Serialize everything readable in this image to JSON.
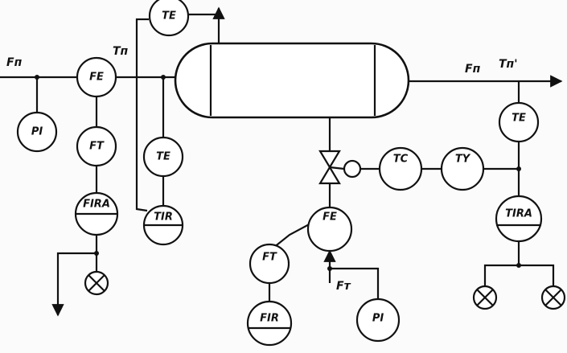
{
  "flow_labels": {
    "inlet_flow": "Fп",
    "inlet_temp": "Tп",
    "outlet_flow": "Fп",
    "outlet_temp": "Tп'",
    "coolant_flow": "Fт"
  },
  "instruments": {
    "pi_inlet": "PI",
    "fe_inlet": "FE",
    "ft_inlet": "FT",
    "fira_inlet": "FIRA",
    "te_top": "TE",
    "te_inlet": "TE",
    "tir_inlet": "TIR",
    "fe_coolant": "FE",
    "ft_coolant": "FT",
    "fir_coolant": "FIR",
    "pi_coolant": "PI",
    "tc_control": "TC",
    "ty_control": "TY",
    "te_outlet": "TE",
    "tira_outlet": "TIRA"
  }
}
